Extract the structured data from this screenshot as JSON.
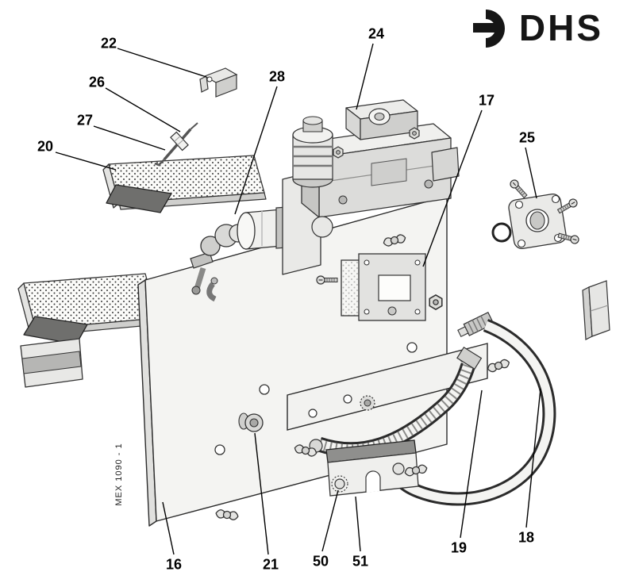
{
  "page": {
    "background_color": "#ffffff"
  },
  "brand": {
    "logo_text": "DHS",
    "logo_color": "#161616"
  },
  "drawing": {
    "code": "MEX 1090 - 1",
    "part_labels": [
      {
        "number": "22"
      },
      {
        "number": "26"
      },
      {
        "number": "27"
      },
      {
        "number": "20"
      },
      {
        "number": "28"
      },
      {
        "number": "24"
      },
      {
        "number": "17"
      },
      {
        "number": "25"
      },
      {
        "number": "16"
      },
      {
        "number": "21"
      },
      {
        "number": "50"
      },
      {
        "number": "51"
      },
      {
        "number": "19"
      },
      {
        "number": "18"
      }
    ]
  }
}
